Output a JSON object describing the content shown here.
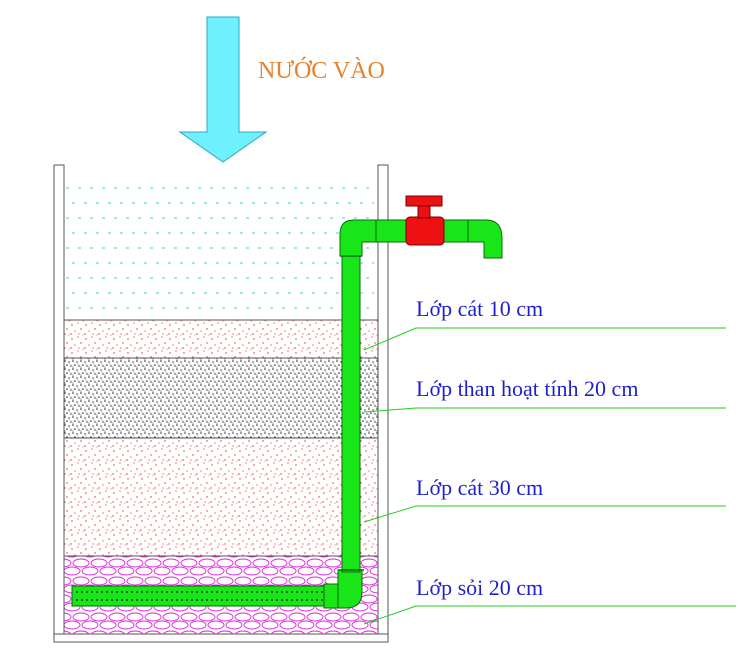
{
  "inlet": {
    "label": "NƯỚC VÀO",
    "arrow_color": "#6ff0ff"
  },
  "layers": [
    {
      "id": "sand-top",
      "label": "Lớp cát 10 cm",
      "fill": "#ffffff",
      "speckle": "#e03030"
    },
    {
      "id": "carbon",
      "label": "Lớp than hoạt tính  20 cm",
      "fill": "#ffffff",
      "speckle": "#222222"
    },
    {
      "id": "sand-bottom",
      "label": "Lớp cát 30 cm",
      "fill": "#ffffff",
      "speckle": "#e03030"
    },
    {
      "id": "gravel",
      "label": "Lớp sỏi  20 cm",
      "fill": "#ffffff",
      "speckle": "#e020e0"
    }
  ],
  "colors": {
    "water_dash": "#44ccdd",
    "pipe": "#19e619",
    "pipe_outline": "#0a6a0a",
    "valve": "#ee1111",
    "label_text": "#1f1fd0",
    "leader_line": "#22cc22",
    "tank_wall": "#555555"
  }
}
